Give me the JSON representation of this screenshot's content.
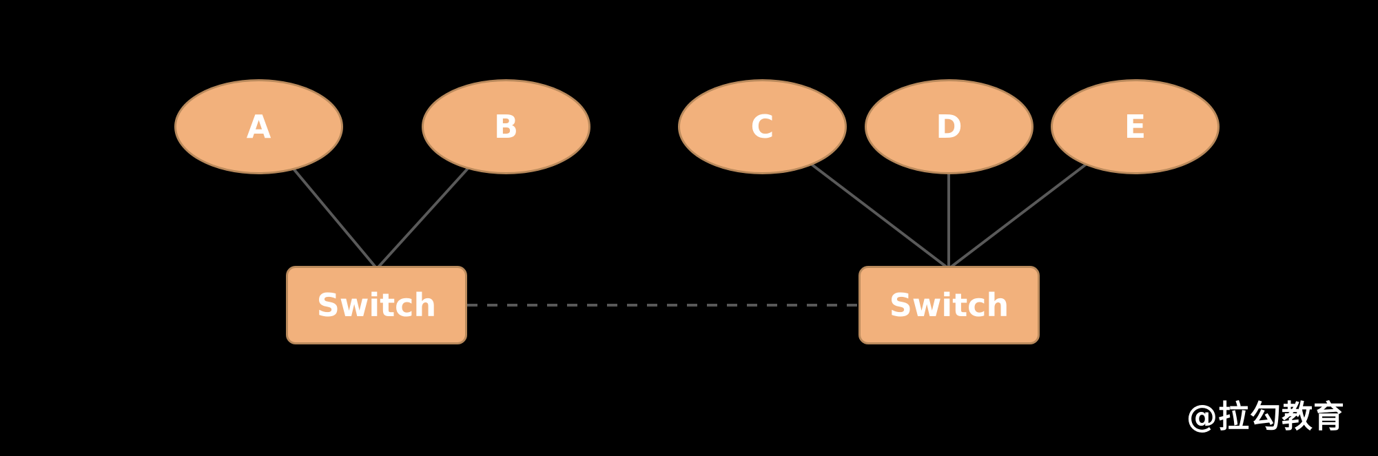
{
  "diagram": {
    "hosts": [
      {
        "id": "A",
        "label": "A",
        "connects_to": "switch-left"
      },
      {
        "id": "B",
        "label": "B",
        "connects_to": "switch-left"
      },
      {
        "id": "C",
        "label": "C",
        "connects_to": "switch-right"
      },
      {
        "id": "D",
        "label": "D",
        "connects_to": "switch-right"
      },
      {
        "id": "E",
        "label": "E",
        "connects_to": "switch-right"
      }
    ],
    "switches": [
      {
        "id": "switch-left",
        "label": "Switch"
      },
      {
        "id": "switch-right",
        "label": "Switch"
      }
    ],
    "edges": [
      {
        "from": "A",
        "to": "switch-left",
        "style": "solid"
      },
      {
        "from": "B",
        "to": "switch-left",
        "style": "solid"
      },
      {
        "from": "C",
        "to": "switch-right",
        "style": "solid"
      },
      {
        "from": "D",
        "to": "switch-right",
        "style": "solid"
      },
      {
        "from": "E",
        "to": "switch-right",
        "style": "solid"
      },
      {
        "from": "switch-left",
        "to": "switch-right",
        "style": "dashed"
      }
    ],
    "watermark": "@拉勾教育",
    "colors": {
      "background": "#000000",
      "node_fill": "#F2B17C",
      "node_border": "#BA8A5C",
      "edge": "#595959",
      "label_text": "#FFFFFF"
    }
  }
}
